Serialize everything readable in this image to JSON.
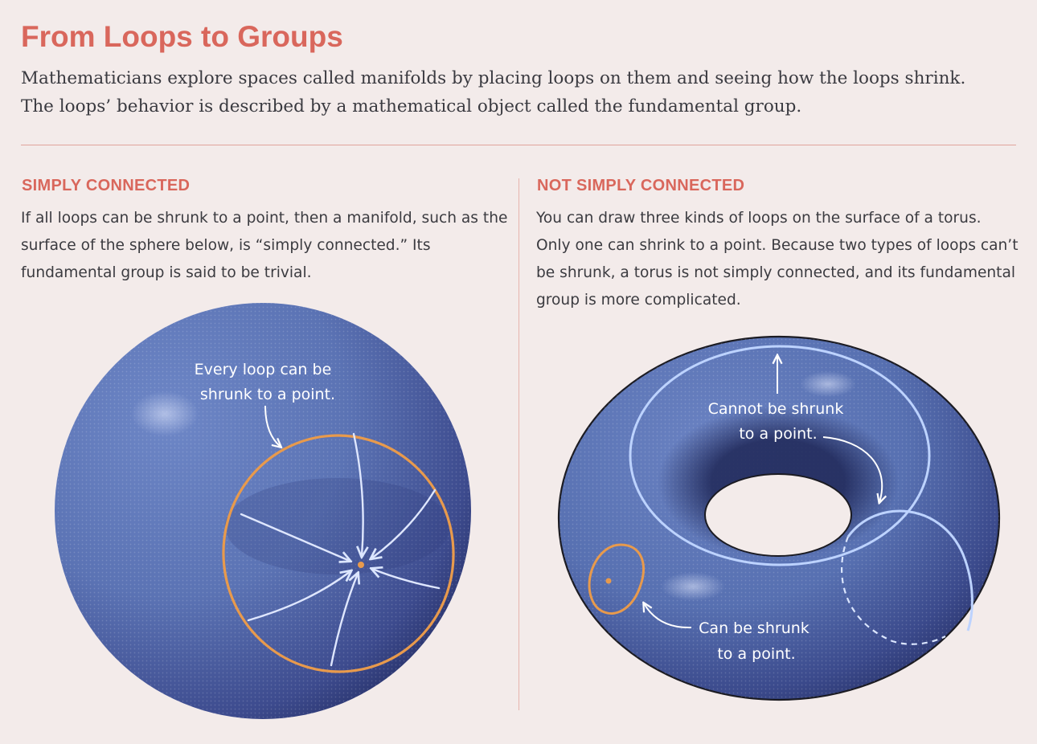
{
  "header": {
    "title": "From Loops to Groups",
    "intro": "Mathematicians explore spaces called manifolds by placing loops on them and seeing how the loops shrink. The loops’ behavior is described by a mathematical object called the fundamental group."
  },
  "left": {
    "heading": "SIMPLY CONNECTED",
    "text": "If all loops can be shrunk to a point, then a manifold, such as the surface of the sphere below, is “simply connected.” Its fundamental group is said to be trivial.",
    "label_lines": [
      "Every loop can be",
      "shrunk to a point."
    ]
  },
  "right": {
    "heading": "NOT SIMPLY CONNECTED",
    "text": "You can draw three kinds of loops on the surface of a torus. Only one can shrink to a point. Because two types of loops can’t be shrunk, a torus is not simply connected, and its fundamental group is more complicated.",
    "cannot_label_lines": [
      "Cannot be shrunk",
      "to a point."
    ],
    "can_label_lines": [
      "Can be shrunk",
      "to a point."
    ]
  },
  "colors": {
    "accent": "#d9675c",
    "surface": "#5b74b4",
    "surface_dark": "#2b3670",
    "loop_orange": "#e89a4c",
    "loop_light": "#bdd3ff"
  }
}
